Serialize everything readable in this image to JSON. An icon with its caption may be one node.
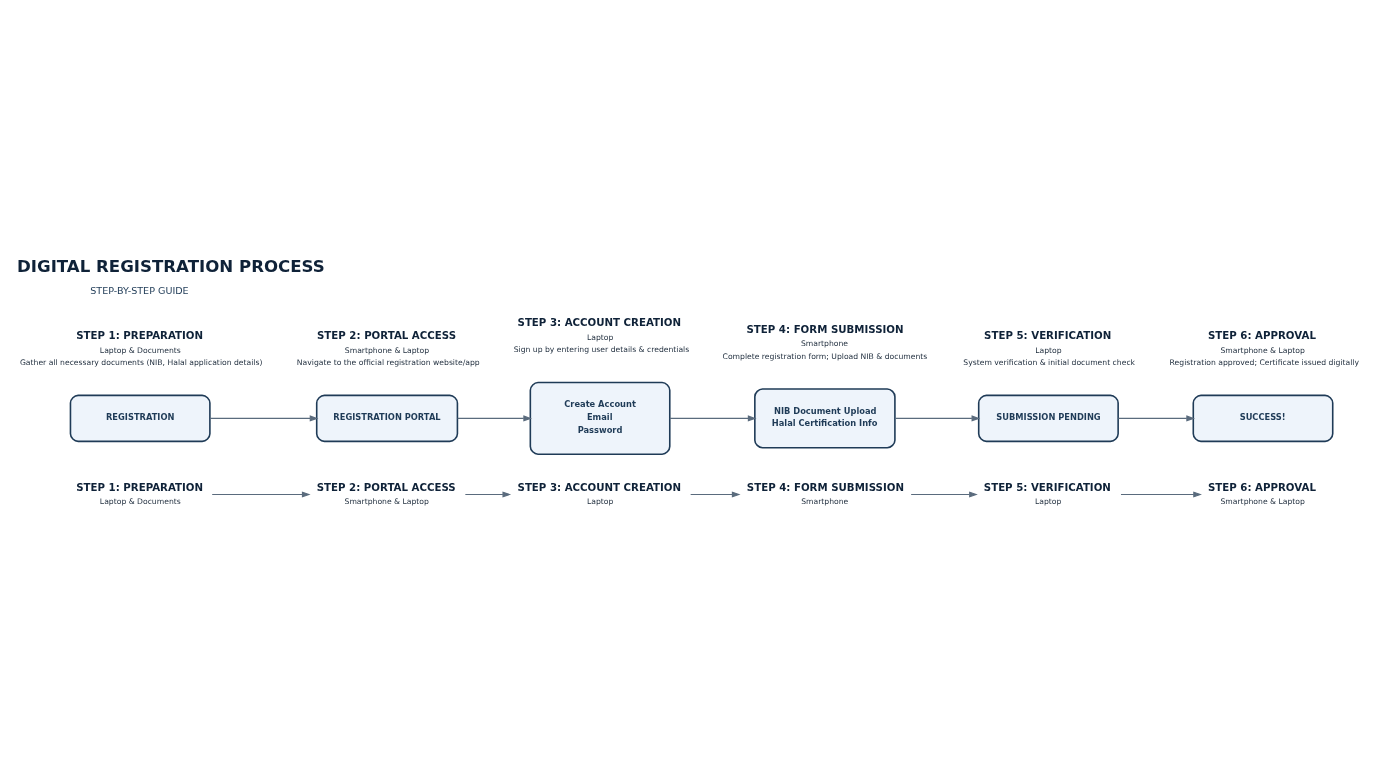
{
  "diagram": {
    "title": "DIGITAL REGISTRATION PROCESS",
    "nodes": [
      {
        "text": [
          "STEP 1: PREPARATION",
          "Laptop & Documents"
        ]
      },
      {
        "text": [
          "STEP 2: PORTAL ACCESS",
          "Smartphone & Laptop"
        ]
      },
      {
        "text": [
          "STEP 3: ACCOUNT CREATION",
          "Laptop"
        ]
      },
      {
        "text": [
          "STEP 4: FORM SUBMISSION",
          "Smartphone"
        ]
      },
      {
        "text": [
          "STEP 5: VERIFICATION",
          "Laptop"
        ]
      },
      {
        "text": [
          "STEP 6: APPROVAL",
          "Smartphone & Laptop"
        ]
      },
      {
        "text": [
          "REGISTRATION"
        ]
      },
      {
        "text": [
          "REGISTRATION PORTAL"
        ]
      },
      {
        "text": [
          "Create Account",
          "Email",
          "Password"
        ]
      },
      {
        "text": [
          "NIB Document Upload",
          "Halal Certification Info"
        ]
      },
      {
        "text": [
          "SUBMISSION PENDING"
        ]
      },
      {
        "text": [
          "SUCCESS!"
        ]
      },
      {
        "text": [
          "STEP 1: PREPARATION",
          "Laptop & Documents",
          "Gather all necessary documents (NIB, Halal application details)"
        ]
      },
      {
        "text": [
          "STEP 2: PORTAL ACCESS",
          "Smartphone & Laptop",
          "Navigate to the official registration website/app"
        ]
      },
      {
        "text": [
          "STEP 3: ACCOUNT CREATION",
          "Laptop",
          "Sign up by entering user details & credentials"
        ]
      },
      {
        "text": [
          "STEP 4: FORM SUBMISSION",
          "Smartphone",
          "Complete registration form; Upload NIB & documents"
        ]
      },
      {
        "text": [
          "STEP 5: VERIFICATION",
          "Laptop",
          "System verification & initial document check"
        ]
      },
      {
        "text": [
          "STEP 6: APPROVAL",
          "Smartphone & Laptop",
          "Registration approved; Certificate issued digitally"
        ]
      }
    ],
    "edges": [
      {
        "from": 0,
        "to": 1,
        "arrow": "to"
      },
      {
        "from": 1,
        "to": 2,
        "arrow": "to"
      },
      {
        "from": 2,
        "to": 3,
        "arrow": "to"
      },
      {
        "from": 3,
        "to": 4,
        "arrow": "to"
      },
      {
        "from": 4,
        "to": 5,
        "arrow": "to"
      },
      {
        "from": 6,
        "to": 7,
        "arrow": "to"
      },
      {
        "from": 7,
        "to": 8,
        "arrow": "to"
      },
      {
        "from": 8,
        "to": 9,
        "arrow": "to"
      },
      {
        "from": 9,
        "to": 10,
        "arrow": "to"
      },
      {
        "from": 10,
        "to": 11,
        "arrow": "to"
      }
    ],
    "labels": [
      "STEP-BY-STEP GUIDE"
    ]
  }
}
